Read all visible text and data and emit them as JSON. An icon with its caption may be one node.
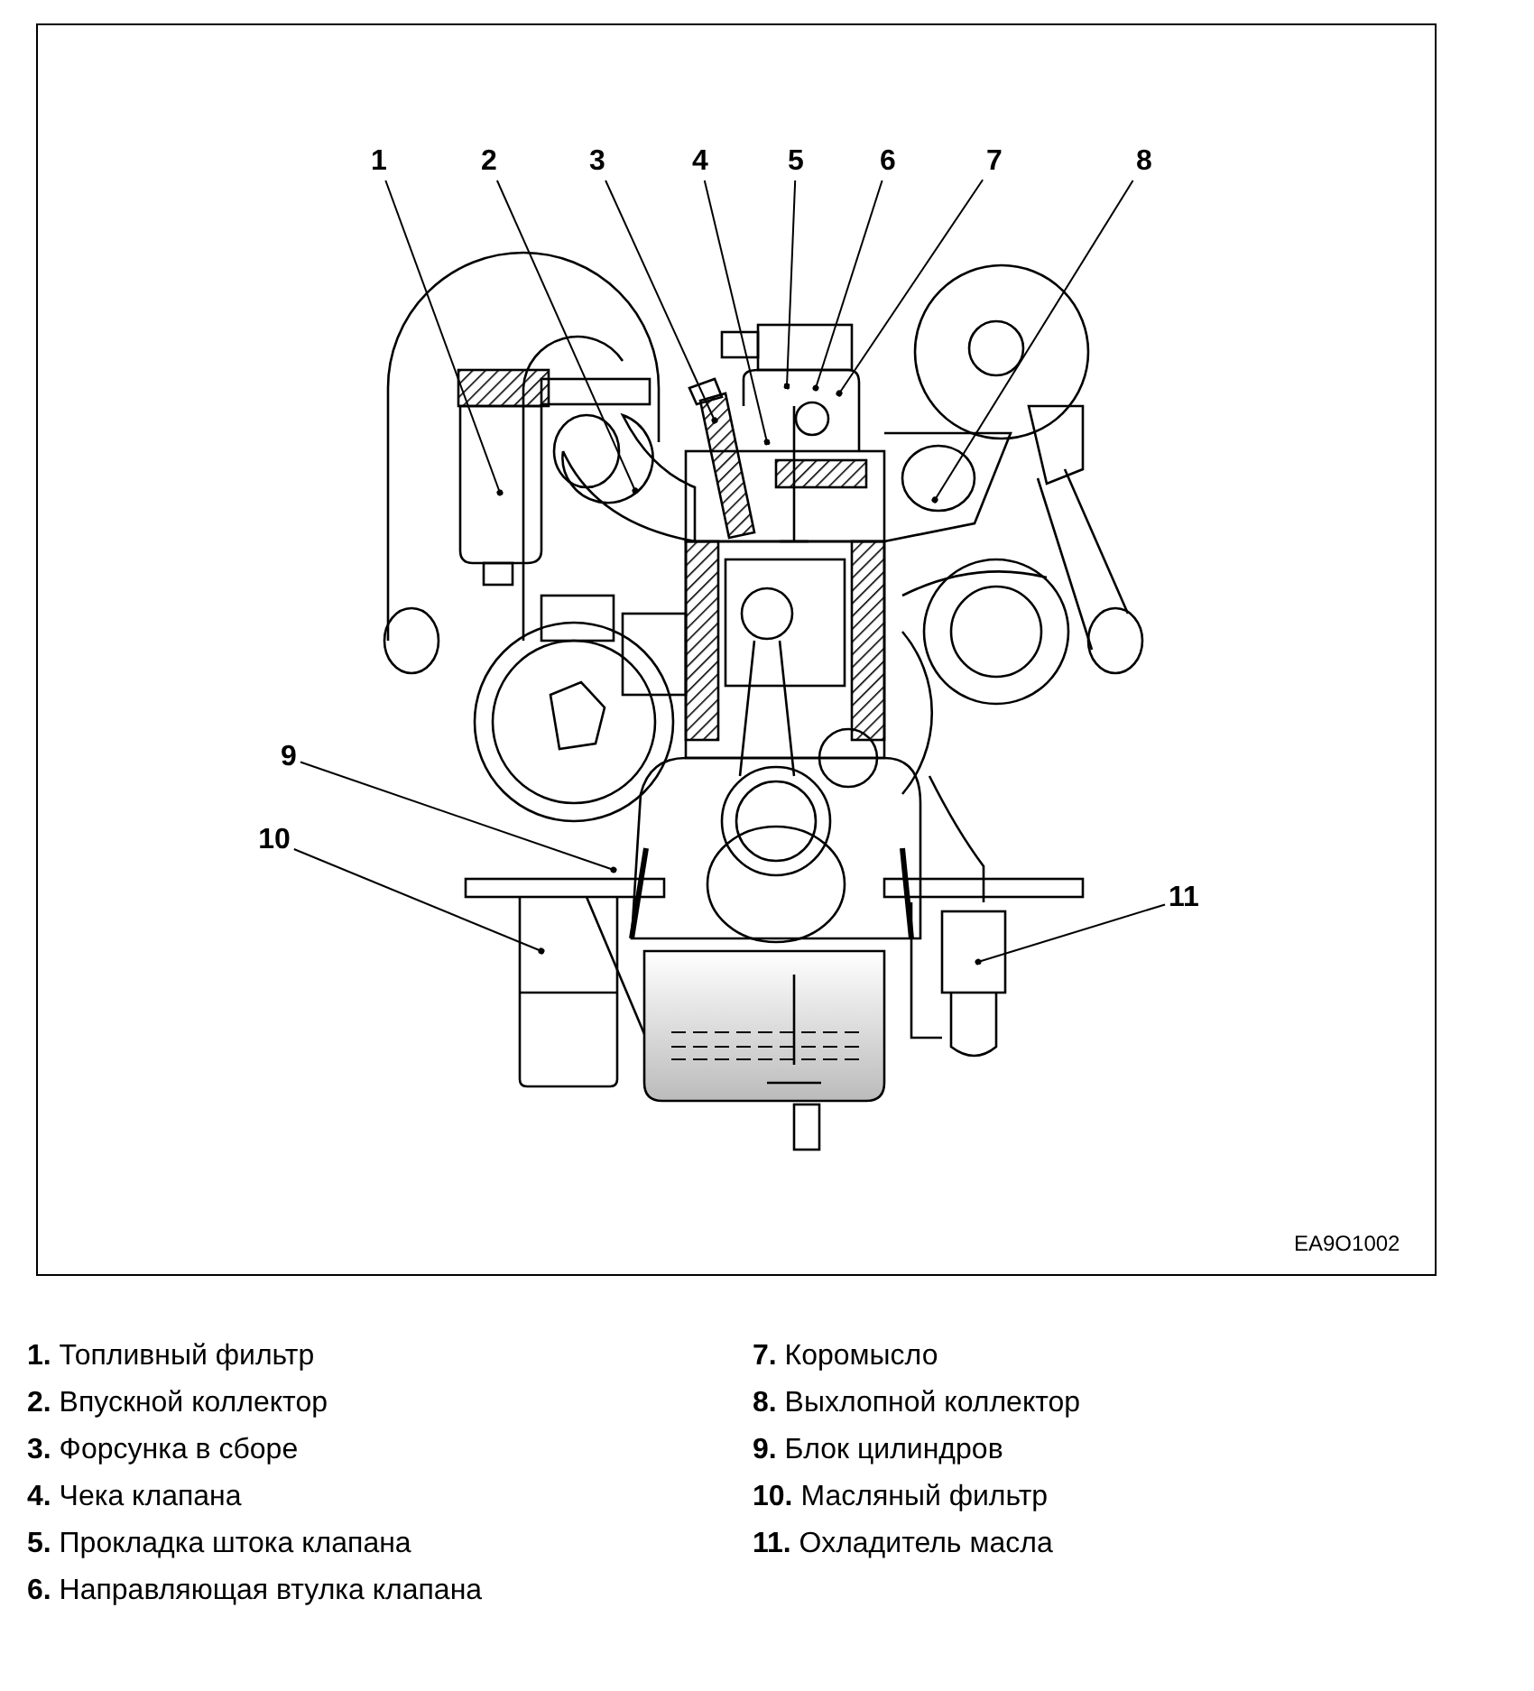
{
  "diagram": {
    "nodes": [
      {
        "text": [
          "1"
        ]
      },
      {
        "text": [
          "2"
        ]
      },
      {
        "text": [
          "3"
        ]
      },
      {
        "text": [
          "4"
        ]
      },
      {
        "text": [
          "5"
        ]
      },
      {
        "text": [
          "6"
        ]
      },
      {
        "text": [
          "7"
        ]
      },
      {
        "text": [
          "8"
        ]
      },
      {
        "text": [
          "9"
        ]
      },
      {
        "text": [
          "10"
        ]
      },
      {
        "text": [
          "11"
        ]
      }
    ],
    "edges": [
      {
        "from": 0,
        "to": null,
        "arrow": "other"
      },
      {
        "from": 1,
        "to": null,
        "arrow": "other"
      },
      {
        "from": 2,
        "to": null,
        "arrow": "other"
      },
      {
        "from": 3,
        "to": null,
        "arrow": "other"
      },
      {
        "from": 4,
        "to": null,
        "arrow": "other"
      },
      {
        "from": 5,
        "to": null,
        "arrow": "other"
      },
      {
        "from": 6,
        "to": null,
        "arrow": "other"
      },
      {
        "from": 7,
        "to": null,
        "arrow": "other"
      },
      {
        "from": 8,
        "to": null,
        "arrow": "other"
      },
      {
        "from": 9,
        "to": null,
        "arrow": "other"
      },
      {
        "from": 10,
        "to": null,
        "arrow": "other"
      }
    ],
    "labels": [
      "EA9O1002",
      "**1.** Топливный фильтр",
      "**2.** Впускной коллектор",
      "**3.** Форсунка в сборе",
      "**4.** Чека клапана",
      "**5.** Прокладка штока клапана",
      "**6.** Направляющая втулка клапана",
      "**7.** Коромысло",
      "**8.** Выхлопной коллектор",
      "**9.** Блок цилиндров",
      "**10.** Масляный фильтр",
      "**11.** Охладитель масла"
    ]
  }
}
